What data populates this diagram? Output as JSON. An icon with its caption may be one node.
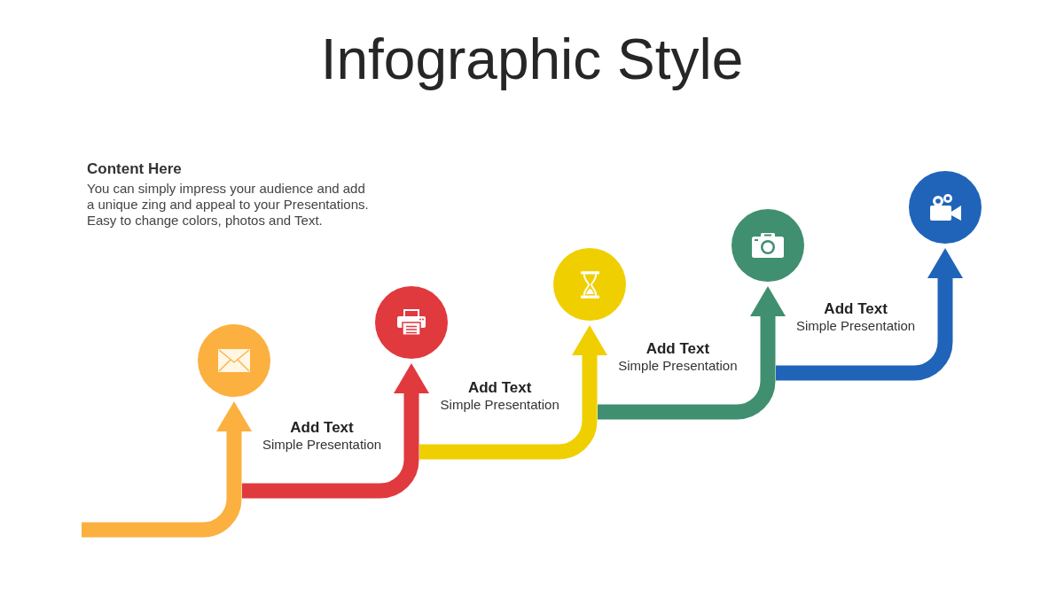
{
  "diagram": {
    "title": "Infographic Style",
    "nodes": [
      {
        "text": [],
        "shape": "circle"
      },
      {
        "text": [],
        "shape": "circle"
      },
      {
        "text": [],
        "shape": "circle"
      },
      {
        "text": [],
        "shape": "circle"
      },
      {
        "text": [],
        "shape": "circle"
      }
    ],
    "edges": [
      {
        "from": null,
        "to": 0,
        "arrow": "to",
        "color": "#fbb040"
      },
      {
        "from": null,
        "to": 1,
        "arrow": "to",
        "color": "#e0393e"
      },
      {
        "from": null,
        "to": 2,
        "arrow": "to",
        "color": "#f0cf00"
      },
      {
        "from": null,
        "to": 3,
        "arrow": "to",
        "color": "#3f8f70"
      },
      {
        "from": null,
        "to": 4,
        "arrow": "to",
        "color": "#1f64b9"
      }
    ],
    "labels": [
      "Content Here",
      "You can simply impress your audience and add a unique zing and appeal to your Presentations. Easy to change colors, photos and Text.",
      "Add Text",
      "Simple Presentation",
      "Add Text",
      "Simple Presentation",
      "Add Text",
      "Simple Presentation",
      "Add Text",
      "Simple Presentation"
    ]
  }
}
